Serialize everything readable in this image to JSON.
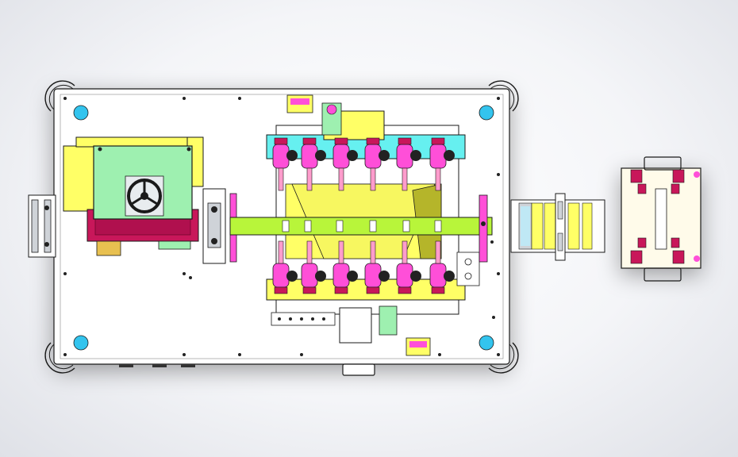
{
  "scene": {
    "background": "#eef0f4",
    "colors": {
      "plate": "#ffffff",
      "outline": "#1a1a1a",
      "green_housing": "#9ef0b0",
      "yellow": "#ffff66",
      "magenta": "#ff4fd8",
      "crimson": "#c8175a",
      "cyan_hole": "#33c4ee",
      "lime_bar": "#b8f53a",
      "cyan_rail": "#66f0f0",
      "olive": "#b5b52a",
      "pink_block": "#ff9ccc",
      "steel": "#cfd3d8"
    },
    "components": [
      "base-plate",
      "gearbox-housing",
      "handwheel",
      "left-roller-guide",
      "center-press-frame",
      "upper-tool-row",
      "lower-tool-row",
      "transfer-bar",
      "output-conveyor",
      "side-fixture"
    ]
  }
}
